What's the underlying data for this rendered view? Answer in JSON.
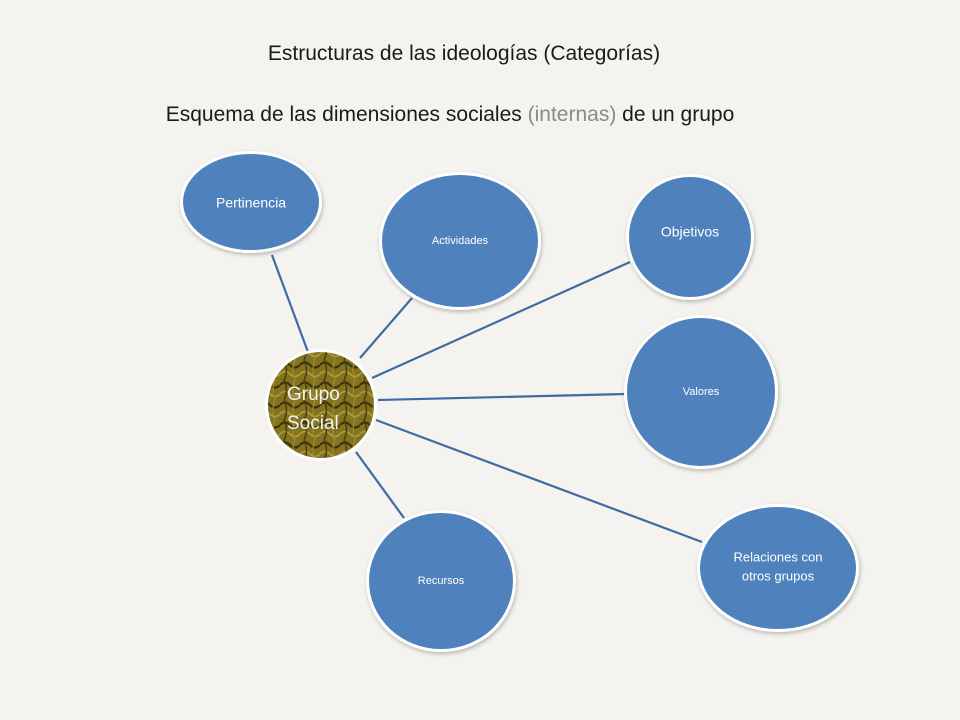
{
  "title": "Estructuras de las ideologías (Categorías)",
  "subtitle": {
    "before": "Esquema de las dimensiones sociales ",
    "muted": "(internas)",
    "after": " de un grupo"
  },
  "center": {
    "line1": "Grupo",
    "line2": "Social"
  },
  "nodes": [
    {
      "id": "pertinencia",
      "label": "Pertinencia"
    },
    {
      "id": "actividades",
      "label": "Actividades"
    },
    {
      "id": "objetivos",
      "label": "Objetivos"
    },
    {
      "id": "valores",
      "label": "Valores"
    },
    {
      "id": "relaciones",
      "label_line1": "Relaciones con",
      "label_line2": "otros grupos"
    },
    {
      "id": "recursos",
      "label": "Recursos"
    }
  ],
  "colors": {
    "node_fill": "#4f81bd",
    "connector": "#3f6aa3",
    "center_fill": "#7a6a1c",
    "background": "#f4f3ef"
  }
}
